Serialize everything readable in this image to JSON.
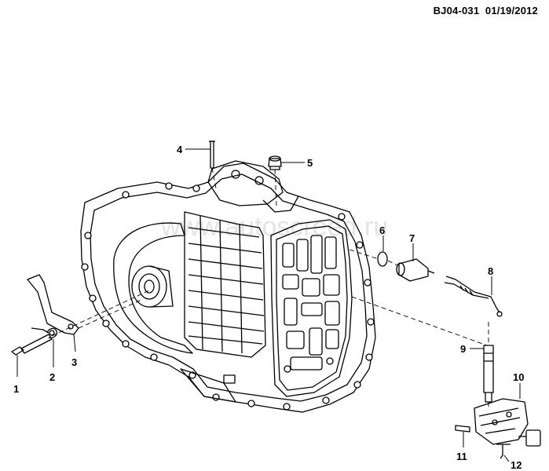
{
  "header": {
    "doc_id": "BJ04-031",
    "date": "01/19/2012"
  },
  "watermark": "www.autoscreed.ru",
  "callouts": [
    "1",
    "2",
    "3",
    "4",
    "5",
    "6",
    "7",
    "8",
    "9",
    "10",
    "11",
    "12"
  ],
  "colors": {
    "ink": "#000000",
    "background": "#ffffff",
    "watermark": "#cfcfcf"
  }
}
